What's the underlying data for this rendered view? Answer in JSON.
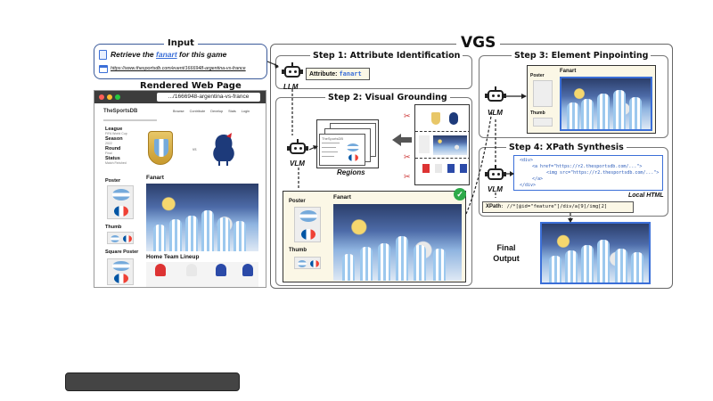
{
  "input": {
    "title": "Input",
    "instruction_prefix": "Retrieve the ",
    "instruction_keyword": "fanart",
    "instruction_suffix": " for this game",
    "url": "https://www.thesportsdb.com/event/1666948-argentina-vs-france"
  },
  "rendered_page": {
    "title": "Rendered Web Page",
    "address": ".../1666948-argentina-vs-france",
    "logo": "TheSportsDB",
    "nav": [
      "Browse",
      "Contribute",
      "Develop",
      "Stats",
      "Login"
    ],
    "info": [
      {
        "label": "League",
        "value": "FIFA World Cup"
      },
      {
        "label": "Season",
        "value": "2022"
      },
      {
        "label": "Round",
        "value": "Final"
      },
      {
        "label": "Status",
        "value": "Match Finished"
      }
    ],
    "vs": "vs",
    "sidebar": [
      "Poster",
      "Thumb",
      "Square Poster"
    ],
    "fanart_label": "Fanart",
    "lineup_label": "Home Team Lineup"
  },
  "vgs_title": "VGS",
  "step1": {
    "title": "Step 1: Attribute Identification",
    "attribute_label": "Attribute:",
    "attribute_value": "fanart",
    "agent": "LLM"
  },
  "step2": {
    "title": "Step 2: Visual Grounding",
    "agent": "VLM",
    "regions_label": "Regions",
    "poster_label": "Poster",
    "thumb_label": "Thumb",
    "fanart_label": "Fanart"
  },
  "step3": {
    "title": "Step 3: Element Pinpointing",
    "agent": "VLM",
    "poster_label": "Poster",
    "thumb_label": "Thumb",
    "fanart_label": "Fanart"
  },
  "step4": {
    "title": "Step 4: XPath Synthesis",
    "agent": "VLM",
    "html_lines": [
      "<div>",
      "<a href=\"https://r2.thesportsdb.com/...\">",
      "<img src=\"https://r2.thesportsdb.com/...\">",
      "</a>",
      "</div>"
    ],
    "local_html_label": "Local HTML",
    "xpath_label": "XPath",
    "xpath_value": ": //*[@id=\"feature\"]/div/a[9]/img[2]"
  },
  "final_output": {
    "label_line1": "Final",
    "label_line2": "Output"
  },
  "colors": {
    "accent_blue": "#3b6fd8",
    "check_green": "#2eaa4a",
    "panel_cream": "#fbf7e6",
    "mac_red": "#ff5f57",
    "mac_yellow": "#febc2e",
    "mac_green": "#28c840"
  }
}
